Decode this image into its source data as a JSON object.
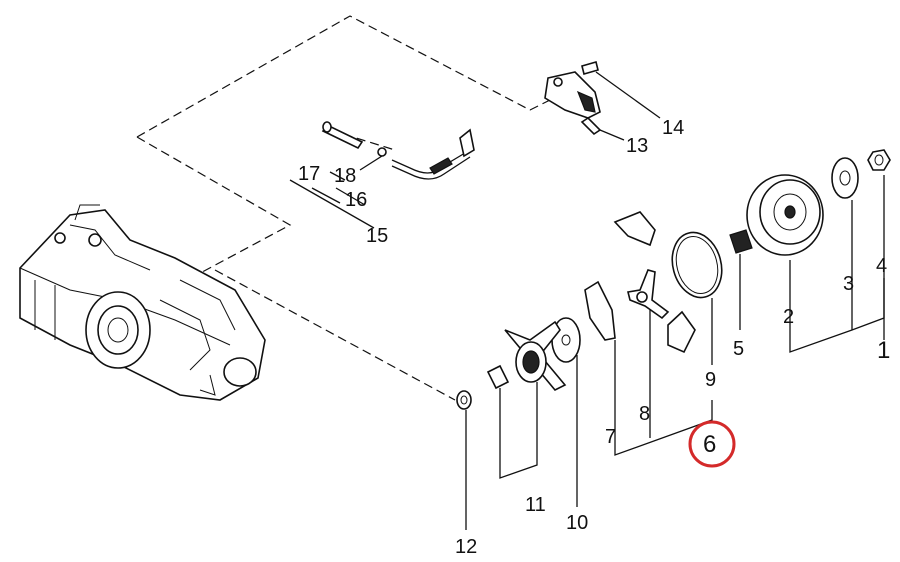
{
  "callouts": {
    "c1": "1",
    "c2": "2",
    "c3": "3",
    "c4": "4",
    "c5": "5",
    "c6": "6",
    "c7": "7",
    "c8": "8",
    "c9": "9",
    "c10": "10",
    "c11": "11",
    "c12": "12",
    "c13": "13",
    "c14": "14",
    "c15": "15",
    "c16": "16",
    "c17": "17",
    "c18": "18"
  },
  "highlight": {
    "target": "6",
    "color": "#d42a2a"
  },
  "colors": {
    "line": "#111111",
    "background": "#ffffff"
  }
}
